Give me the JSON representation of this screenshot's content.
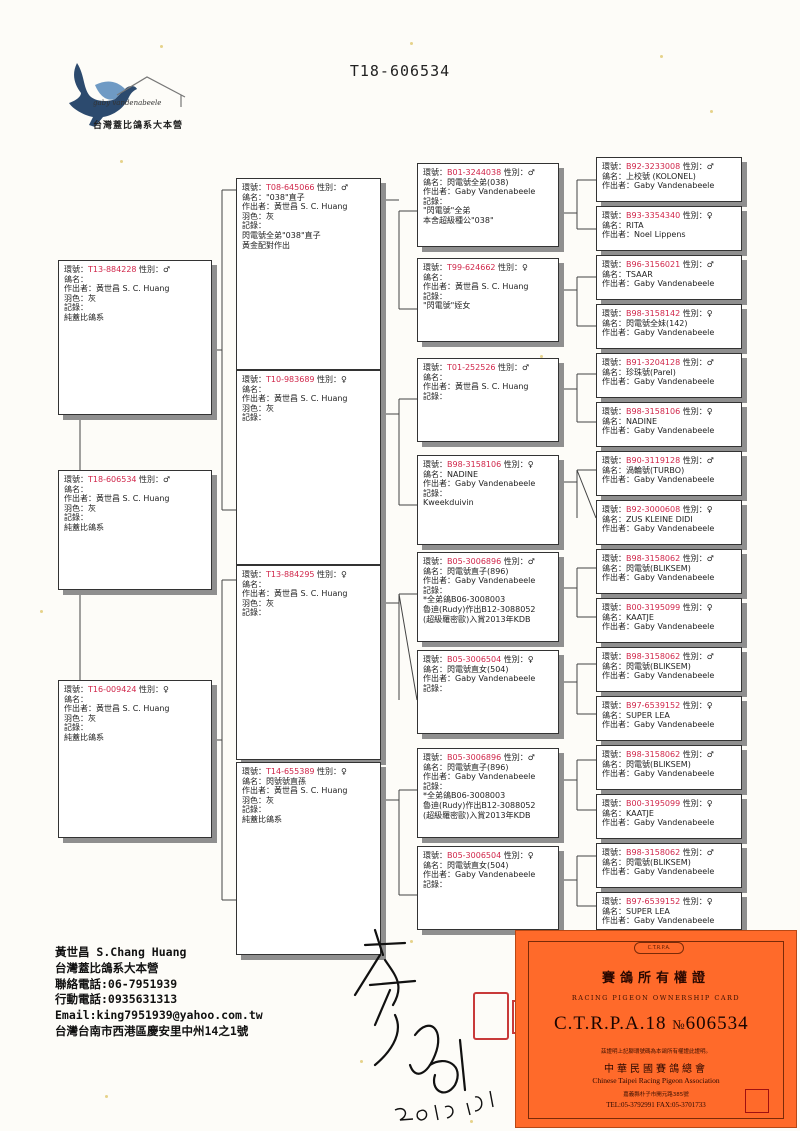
{
  "header": {
    "ring_title": "T18-606534"
  },
  "logo": {
    "script_text": "gaby vandenabeele",
    "name": "台灣蓋比鴿系大本營",
    "icon": "dove-logo-icon"
  },
  "labels": {
    "ring": "環號：",
    "sex": "性別：",
    "name": "鴿名：",
    "breeder": "作出者：",
    "color": "羽色：",
    "record": "記錄："
  },
  "symbols": {
    "cock": "♂",
    "hen": "♀"
  },
  "cards": [
    {
      "ring": "T18-606534",
      "sex": "♂",
      "lines": [
        "鴿名：",
        "作出者：黃世昌 S. C. Huang",
        "羽色：灰",
        "記錄：",
        "純蓋比鴿系"
      ]
    },
    {
      "ring": "T13-884228",
      "sex": "♂",
      "lines": [
        "鴿名：",
        "作出者：黃世昌 S. C. Huang",
        "羽色：灰",
        "記錄：",
        "純蓋比鴿系"
      ]
    },
    {
      "ring": "T16-009424",
      "sex": "♀",
      "lines": [
        "鴿名：",
        "作出者：黃世昌 S. C. Huang",
        "羽色：灰",
        "記錄：",
        "純蓋比鴿系"
      ]
    },
    {
      "ring": "T08-645066",
      "sex": "♂",
      "lines": [
        "鴿名：\"038\"直子",
        "作出者：黃世昌 S. C. Huang",
        "羽色：灰",
        "記錄：",
        "閃電號全弟\"038\"直子",
        "黃金配對作出"
      ]
    },
    {
      "ring": "T10-983689",
      "sex": "♀",
      "lines": [
        "鴿名：",
        "作出者：黃世昌 S. C. Huang",
        "羽色：灰",
        "記錄："
      ]
    },
    {
      "ring": "T13-884295",
      "sex": "♀",
      "lines": [
        "鴿名：",
        "作出者：黃世昌 S. C. Huang",
        "羽色：灰",
        "記錄："
      ]
    },
    {
      "ring": "T14-655389",
      "sex": "♀",
      "lines": [
        "鴿名：閃號號直孫",
        "作出者：黃世昌 S. C. Huang",
        "羽色：灰",
        "記錄：",
        "純蓋比鴿系"
      ]
    },
    {
      "ring": "B01-3244038",
      "sex": "♂",
      "lines": [
        "鴿名：閃電號全弟(038)",
        "作出者：Gaby Vandenabeele",
        "記錄：",
        "\"閃電號\"全弟",
        "本舍超級種公\"038\""
      ]
    },
    {
      "ring": "T99-624662",
      "sex": "♀",
      "lines": [
        "鴿名：",
        "作出者：黃世昌 S. C. Huang",
        "記錄：",
        "\"閃電號\"姪女"
      ]
    },
    {
      "ring": "T01-252526",
      "sex": "♂",
      "lines": [
        "鴿名：",
        "作出者：黃世昌 S. C. Huang",
        "記錄："
      ]
    },
    {
      "ring": "B98-3158106",
      "sex": "♀",
      "lines": [
        "鴿名：NADINE",
        "作出者：Gaby Vandenabeele",
        "記錄：",
        "Kweekduivin"
      ]
    },
    {
      "ring": "B05-3006896",
      "sex": "♂",
      "lines": [
        "鴿名：閃電號直子(896)",
        "作出者：Gaby Vandenabeele",
        "記錄：",
        "*全弟鴿B06-3008003",
        "魯迪(Rudy)作出B12-3088052",
        "(超級羅密歐)入賞2013年KDB"
      ]
    },
    {
      "ring": "B05-3006504",
      "sex": "♀",
      "lines": [
        "鴿名：閃電號直女(504)",
        "作出者：Gaby Vandenabeele",
        "記錄："
      ]
    },
    {
      "ring": "B05-3006896",
      "sex": "♂",
      "lines": [
        "鴿名：閃電號直子(896)",
        "作出者：Gaby Vandenabeele",
        "記錄：",
        "*全弟鴿B06-3008003",
        "魯迪(Rudy)作出B12-3088052",
        "(超級羅密歐)入賞2013年KDB"
      ]
    },
    {
      "ring": "B05-3006504",
      "sex": "♀",
      "lines": [
        "鴿名：閃電號直女(504)",
        "作出者：Gaby Vandenabeele",
        "記錄："
      ]
    },
    {
      "ring": "B92-3233008",
      "sex": "♂",
      "lines": [
        "鴿名：上校號 (KOLONEL)",
        "作出者：Gaby Vandenabeele"
      ]
    },
    {
      "ring": "B93-3354340",
      "sex": "♀",
      "lines": [
        "鴿名：RITA",
        "作出者：Noel Lippens"
      ]
    },
    {
      "ring": "B96-3156021",
      "sex": "♂",
      "lines": [
        "鴿名：TSAAR",
        "作出者：Gaby Vandenabeele"
      ]
    },
    {
      "ring": "B98-3158142",
      "sex": "♀",
      "lines": [
        "鴿名：閃電號全妹(142)",
        "作出者：Gaby Vandenabeele"
      ]
    },
    {
      "ring": "B91-3204128",
      "sex": "♂",
      "lines": [
        "鴿名：珍珠號(Parel)",
        "作出者：Gaby Vandenabeele"
      ]
    },
    {
      "ring": "B98-3158106",
      "sex": "♀",
      "lines": [
        "鴿名：NADINE",
        "作出者：Gaby Vandenabeele"
      ]
    },
    {
      "ring": "B90-3119128",
      "sex": "♂",
      "lines": [
        "鴿名：渦輪號(TURBO)",
        "作出者：Gaby Vandenabeele"
      ]
    },
    {
      "ring": "B92-3000608",
      "sex": "♀",
      "lines": [
        "鴿名：ZUS KLEINE DIDI",
        "作出者：Gaby Vandenabeele"
      ]
    },
    {
      "ring": "B98-3158062",
      "sex": "♂",
      "lines": [
        "鴿名：閃電號(BLIKSEM)",
        "作出者：Gaby Vandenabeele"
      ]
    },
    {
      "ring": "B00-3195099",
      "sex": "♀",
      "lines": [
        "鴿名：KAATJE",
        "作出者：Gaby Vandenabeele"
      ]
    },
    {
      "ring": "B98-3158062",
      "sex": "♂",
      "lines": [
        "鴿名：閃電號(BLIKSEM)",
        "作出者：Gaby Vandenabeele"
      ]
    },
    {
      "ring": "B97-6539152",
      "sex": "♀",
      "lines": [
        "鴿名：SUPER LEA",
        "作出者：Gaby Vandenabeele"
      ]
    },
    {
      "ring": "B98-3158062",
      "sex": "♂",
      "lines": [
        "鴿名：閃電號(BLIKSEM)",
        "作出者：Gaby Vandenabeele"
      ]
    },
    {
      "ring": "B00-3195099",
      "sex": "♀",
      "lines": [
        "鴿名：KAATJE",
        "作出者：Gaby Vandenabeele"
      ]
    },
    {
      "ring": "B98-3158062",
      "sex": "♂",
      "lines": [
        "鴿名：閃電號(BLIKSEM)",
        "作出者：Gaby Vandenabeele"
      ]
    },
    {
      "ring": "B97-6539152",
      "sex": "♀",
      "lines": [
        "鴿名：SUPER LEA",
        "作出者：Gaby Vandenabeele"
      ]
    }
  ],
  "owner": {
    "name": "黃世昌 S.Chang Huang",
    "loft": "台灣蓋比鴿系大本營",
    "phone": "聯絡電話:06-7951939",
    "mobile": "行動電話:0935631313",
    "email": "Email:king7951939@yahoo.com.tw",
    "address": "台灣台南市西港區慶安里中州14之1號"
  },
  "signature": {
    "date": "2018.12.01"
  },
  "certificate": {
    "badge": "C.T.R.P.A.",
    "title": "賽鴿所有權證",
    "subtitle": "RACING PIGEON OWNERSHIP CARD",
    "assoc_code": "C.T.R.P.A.18",
    "no_label": "№",
    "number": "606534",
    "note": "茲證明上記腳環號碼為本鴿所有權證此證明。",
    "assoc_name": "中華民國賽鴿總會",
    "assoc_name_en": "Chinese Taipei Racing Pigeon Association",
    "address": "嘉義縣朴子市開元路385號",
    "tel": "TEL:05-3792991   FAX:05-3701733",
    "background_color": "#ff6a2a"
  }
}
